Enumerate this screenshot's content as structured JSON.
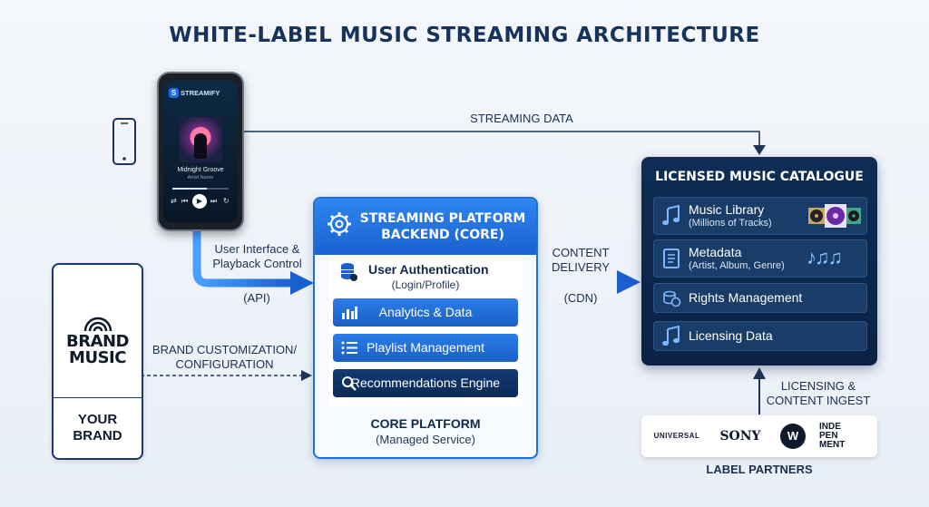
{
  "title": "WHITE-LABEL MUSIC STREAMING ARCHITECTURE",
  "phone": {
    "app_name": "STREAMIFY",
    "song": "Midnight Groove",
    "artist": "Artist Name"
  },
  "flows": {
    "streaming_data": "STREAMING DATA",
    "ui_playback": [
      "User Interface &",
      "Playback Control"
    ],
    "api": "(API)",
    "content_delivery": [
      "CONTENT",
      "DELIVERY"
    ],
    "cdn": "(CDN)",
    "brand_config": [
      "BRAND CUSTOMIZATION/",
      "CONFIGURATION"
    ],
    "licensing_ingest": [
      "LICENSING &",
      "CONTENT INGEST"
    ]
  },
  "brand": {
    "logo_lines": [
      "BRAND",
      "MUSIC"
    ],
    "your_brand": [
      "YOUR",
      "BRAND"
    ]
  },
  "core": {
    "header": [
      "STREAMING PLATFORM",
      "BACKEND (CORE)"
    ],
    "auth_title": "User Authentication",
    "auth_sub": "(Login/Profile)",
    "modules": [
      "Analytics & Data",
      "Playlist Management",
      "Recommendations Engine"
    ],
    "footer_title": "CORE PLATFORM",
    "footer_sub": "(Managed Service)"
  },
  "catalogue": {
    "title": "LICENSED MUSIC CATALOGUE",
    "rows": [
      {
        "title": "Music Library",
        "sub": "(Millions of Tracks)"
      },
      {
        "title": "Metadata",
        "sub": "(Artist, Album, Genre)"
      },
      {
        "title": "Rights Management",
        "sub": ""
      },
      {
        "title": "Licensing Data",
        "sub": ""
      }
    ]
  },
  "partners": {
    "logos": [
      "UNIVERSAL",
      "SONY",
      "W",
      "INDE PEN MENT"
    ],
    "label": "LABEL PARTNERS"
  },
  "colors": {
    "accent": "#1f6fd9",
    "navy": "#0f2d55",
    "arrow": "#2a77e0"
  }
}
